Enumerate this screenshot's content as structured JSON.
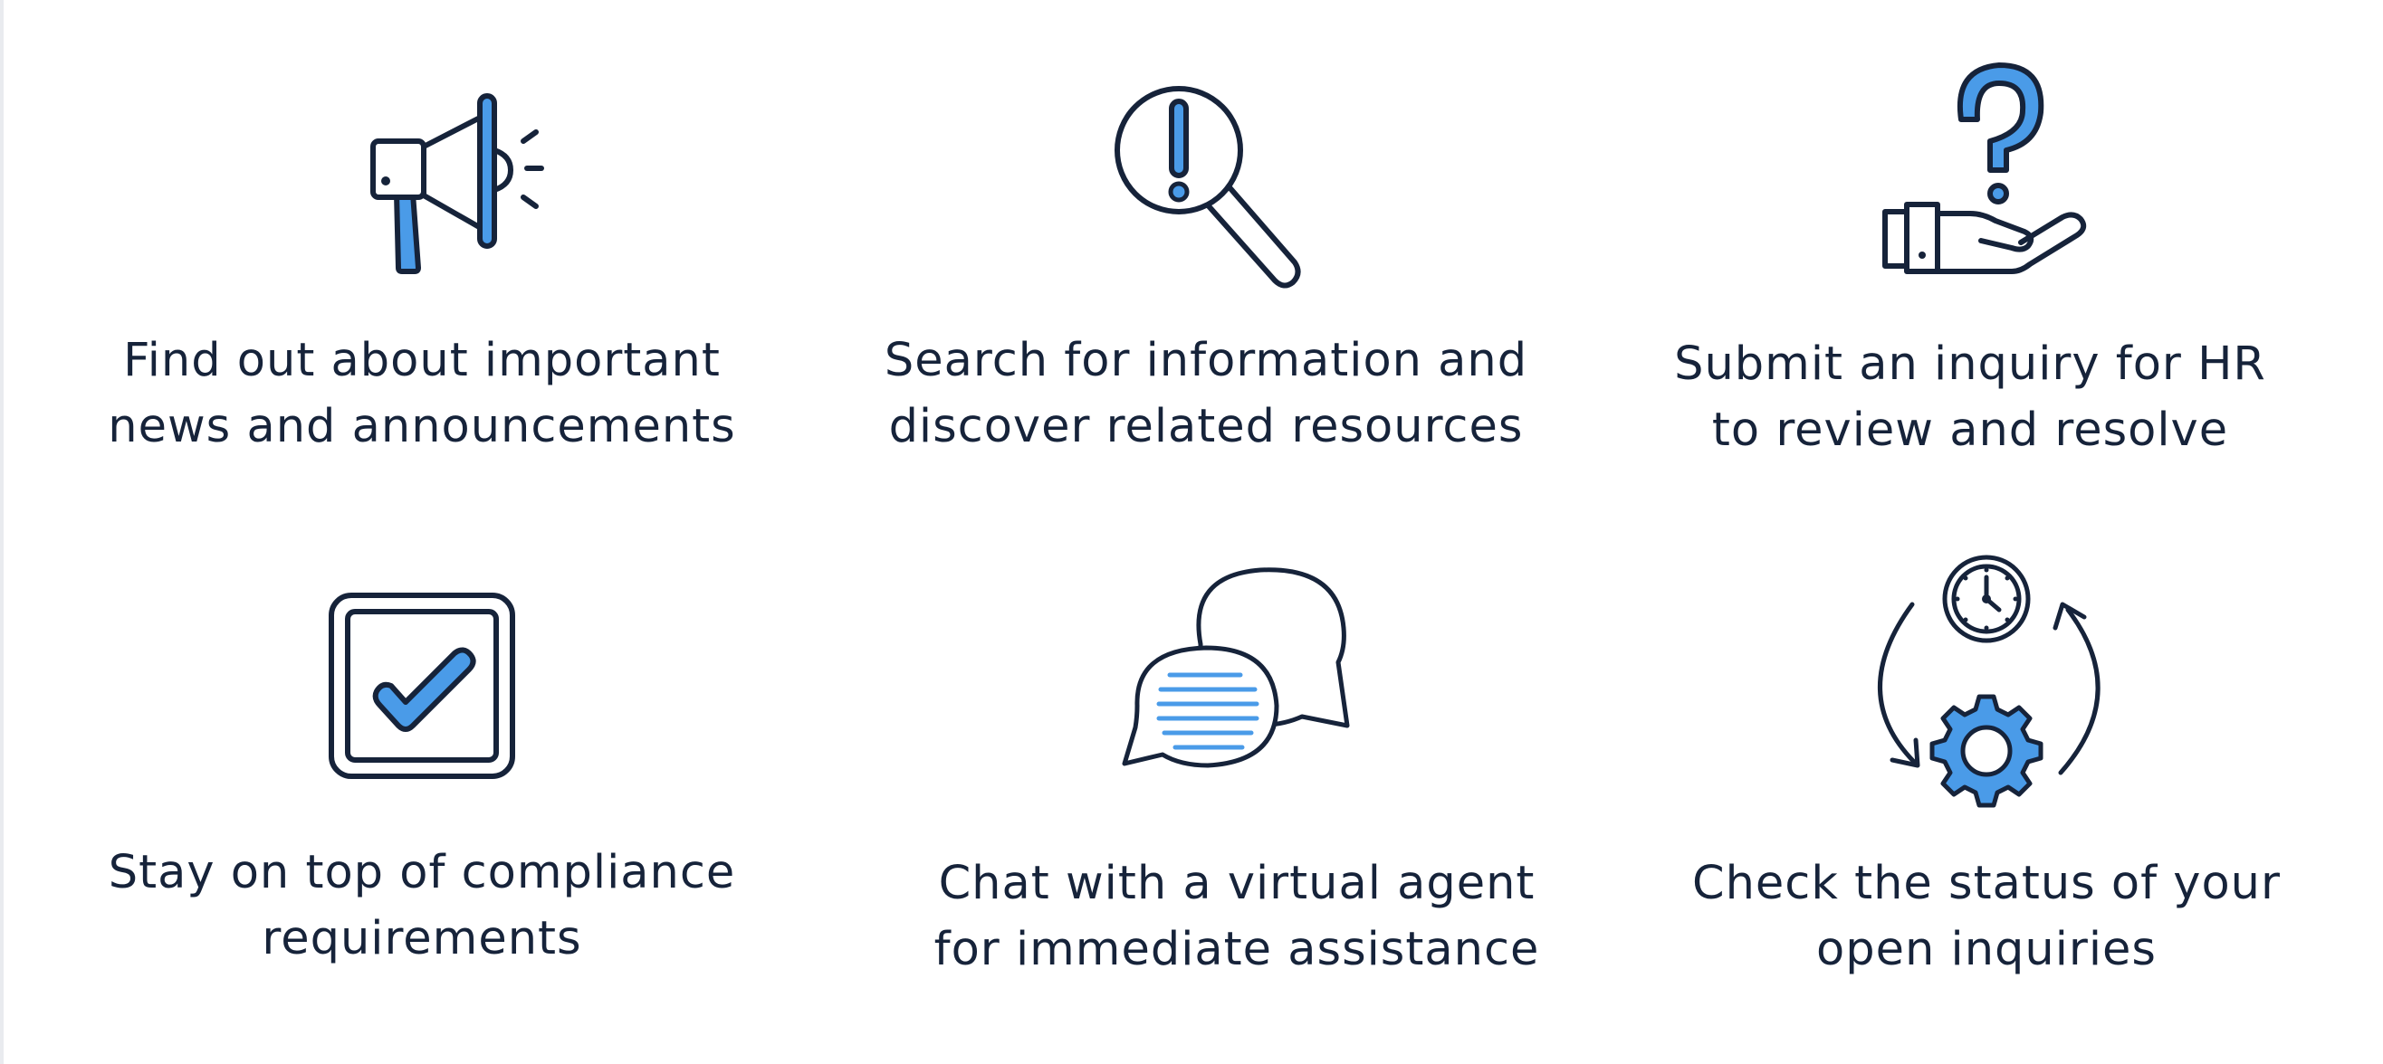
{
  "colors": {
    "ink": "#16233a",
    "accent": "#4a9be8",
    "background": "#ffffff"
  },
  "features": [
    {
      "icon": "megaphone-icon",
      "line1": "Find out about important",
      "line2": "news and announcements"
    },
    {
      "icon": "magnifier-exclamation-icon",
      "line1": "Search for information and",
      "line2": "discover related resources"
    },
    {
      "icon": "hand-question-icon",
      "line1": "Submit an inquiry for HR",
      "line2": "to review and resolve"
    },
    {
      "icon": "checkbox-icon",
      "line1": "Stay on top of compliance",
      "line2": "requirements"
    },
    {
      "icon": "chat-bubbles-icon",
      "line1": "Chat with a virtual agent",
      "line2": "for immediate assistance"
    },
    {
      "icon": "clock-gear-cycle-icon",
      "line1": "Check the status of your",
      "line2": "open inquiries"
    }
  ]
}
